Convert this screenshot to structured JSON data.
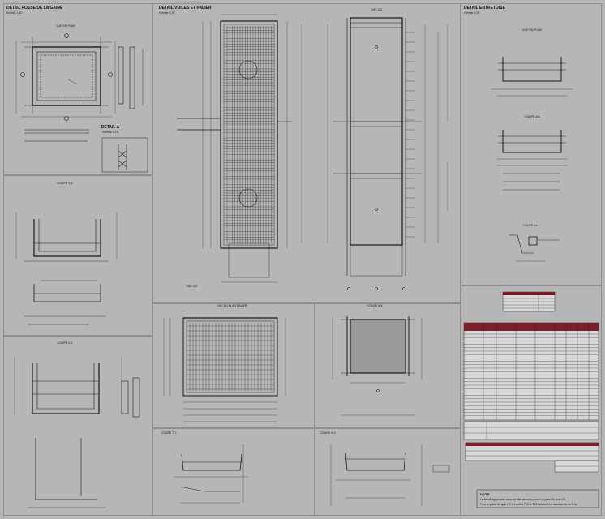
{
  "colors": {
    "background": "#b6b6b6",
    "line": "#1a1a1a",
    "table_header": "#7a1f2b",
    "table_cell": "#d8d8d8",
    "shaded_area": "#9a9a9a"
  },
  "panels": {
    "fosse": {
      "title": "DETAIL FOSSE DE LA GAINE",
      "scale": "Echelle 1:50"
    },
    "voiles": {
      "title": "DETAIL VOILES ET PALIER",
      "scale": "Echelle 1:25"
    },
    "entretoise": {
      "title": "DETAIL ENTRETOISE",
      "scale": "Echelle 1:25"
    }
  },
  "views": {
    "vue_en_plan_fosse": "VUE EN PLAN",
    "detail_a": "DETAIL A",
    "detail_a_scale": "Echelle 1:10",
    "coupe_1_1": "COUPE 1-1",
    "coupe_2_2": "COUPE 2-2",
    "vue_3_3": "VUE 3-3",
    "vue_4_4": "VUE 4-4",
    "vue_en_plan_palier": "VUE EN PLAN PALIER",
    "coupe_6_6": "COUPE 6-6",
    "coupe_7_7": "COUPE 7-7",
    "coupe_9_9": "COUPE 9-9",
    "vue_en_plan_entretoise": "VUE EN PLAN",
    "coupe_a_a": "COUPE a-a",
    "coupe_b_b": "COUPE b-b"
  },
  "notes": {
    "title": "NOTE:",
    "line1": "Le ferraillage montré dans ce plan est conçu pour la gaine du quai n°1.",
    "line2": "Pour la gaine du quai n°2 les treillis T10 et T12 doivent être raccourcies de 5 cm."
  }
}
